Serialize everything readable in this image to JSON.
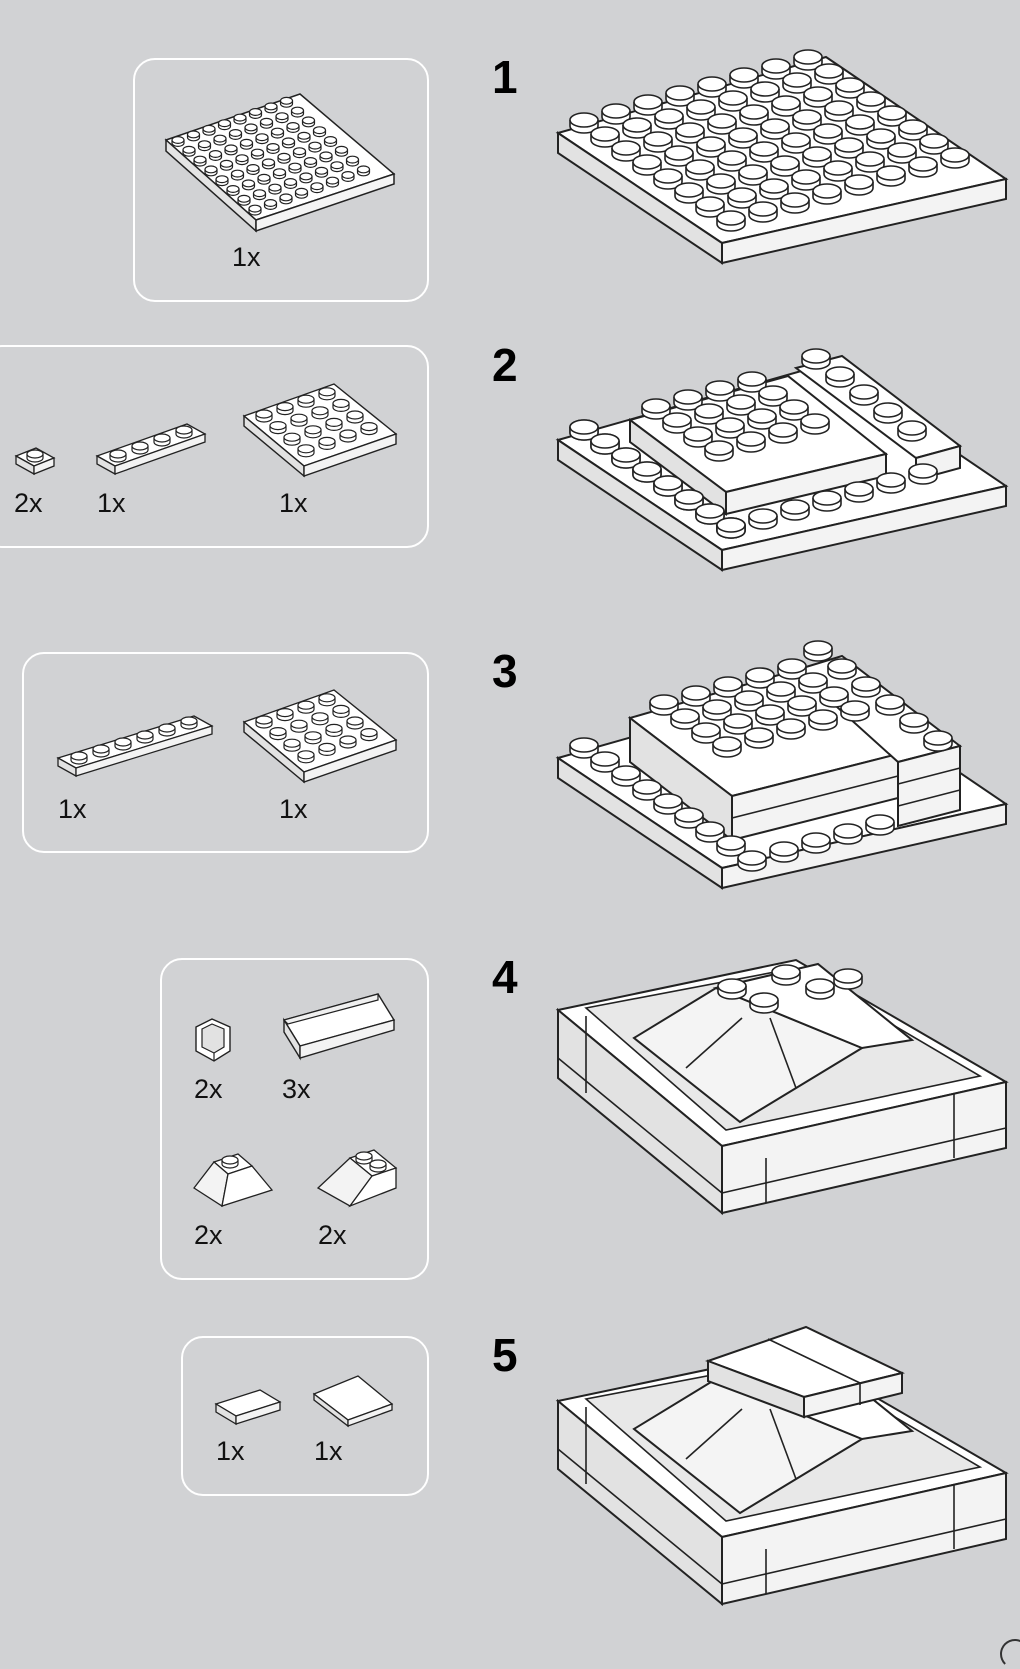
{
  "steps": [
    {
      "number": "1",
      "parts": [
        {
          "qty": "1x",
          "icon": "plate-8x8-icon"
        }
      ]
    },
    {
      "number": "2",
      "parts": [
        {
          "qty": "2x",
          "icon": "plate-1x1-icon"
        },
        {
          "qty": "1x",
          "icon": "plate-1x4-icon"
        },
        {
          "qty": "1x",
          "icon": "plate-4x4-icon"
        }
      ]
    },
    {
      "number": "3",
      "parts": [
        {
          "qty": "1x",
          "icon": "plate-1x6-icon"
        },
        {
          "qty": "1x",
          "icon": "plate-4x4-icon"
        }
      ]
    },
    {
      "number": "4",
      "parts": [
        {
          "qty": "2x",
          "icon": "panel-corner-icon"
        },
        {
          "qty": "3x",
          "icon": "panel-1x4-icon"
        },
        {
          "qty": "2x",
          "icon": "slope-pyramid-icon"
        },
        {
          "qty": "2x",
          "icon": "slope-corner-icon"
        }
      ]
    },
    {
      "number": "5",
      "parts": [
        {
          "qty": "1x",
          "icon": "tile-1x2-icon"
        },
        {
          "qty": "1x",
          "icon": "tile-2x2-icon"
        }
      ]
    }
  ],
  "colors": {
    "background": "#d1d2d4",
    "outline": "#222222",
    "brick": "#ffffff",
    "shade": "#e2e2e2"
  }
}
